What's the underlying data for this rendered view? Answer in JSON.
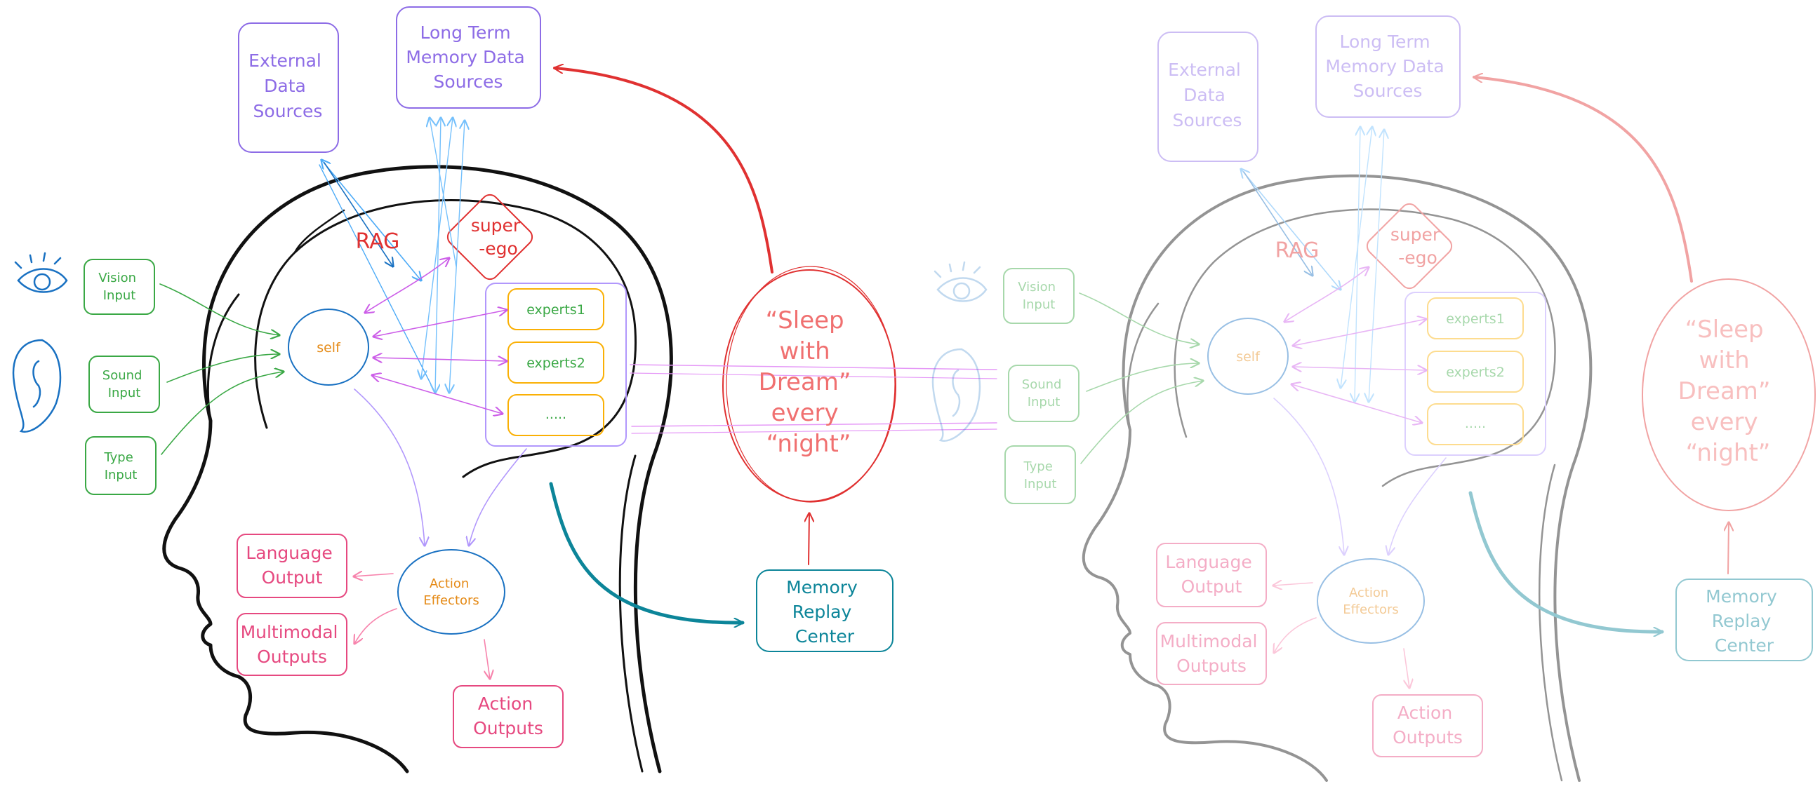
{
  "colors": {
    "purple": "#8d6ce6",
    "green": "#3aa845",
    "orange": "#e58a16",
    "blue": "#1971c2",
    "pink": "#e64980",
    "red": "#e03131",
    "teal": "#0c8599",
    "lightblue": "#4dabf7",
    "violet": "#cc5de8",
    "black": "#111111"
  },
  "icons": [
    "eye-icon",
    "ear-icon"
  ],
  "panels": [
    {
      "name": "main",
      "labels": {
        "external": [
          "External",
          "Data",
          "Sources"
        ],
        "ltm": [
          "Long Term",
          "Memory Data",
          "Sources"
        ],
        "rag": "RAG",
        "superego": [
          "super",
          "-ego"
        ],
        "vision": [
          "Vision",
          "Input"
        ],
        "sound": [
          "Sound",
          "Input"
        ],
        "type": [
          "Type",
          "Input"
        ],
        "self": "self",
        "experts1": "experts1",
        "experts2": "experts2",
        "experts3": ".....",
        "sleep": [
          "“Sleep",
          "with",
          "Dream”",
          "every",
          "“night”"
        ],
        "language": [
          "Language",
          "Output"
        ],
        "multimodal": [
          "Multimodal",
          "Outputs"
        ],
        "effectors": [
          "Action",
          "Effectors"
        ],
        "actionout": [
          "Action",
          "Outputs"
        ],
        "replay": [
          "Memory",
          "Replay",
          "Center"
        ]
      }
    },
    {
      "name": "faded",
      "labels": {
        "external": [
          "External",
          "Data",
          "Sources"
        ],
        "ltm": [
          "Long Term",
          "Memory Data",
          "Sources"
        ],
        "rag": "RAG",
        "superego": [
          "super",
          "-ego"
        ],
        "vision": [
          "Vision",
          "Input"
        ],
        "sound": [
          "Sound",
          "Input"
        ],
        "type": [
          "Type",
          "Input"
        ],
        "self": "self",
        "experts1": "experts1",
        "experts2": "experts2",
        "experts3": ".....",
        "sleep": [
          "“Sleep",
          "with",
          "Dream”",
          "every",
          "“night”"
        ],
        "language": [
          "Language",
          "Output"
        ],
        "multimodal": [
          "Multimodal",
          "Outputs"
        ],
        "effectors": [
          "Action",
          "Effectors"
        ],
        "actionout": [
          "Action",
          "Outputs"
        ],
        "replay": [
          "Memory",
          "Replay",
          "Center"
        ]
      }
    }
  ]
}
